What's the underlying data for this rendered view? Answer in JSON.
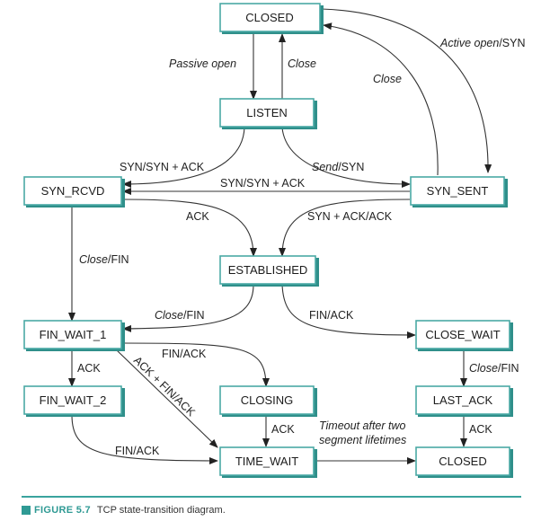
{
  "figure": {
    "title": "TCP state-transition diagram",
    "caption_label": "FIGURE 5.7",
    "caption_text": "TCP state-transition diagram."
  },
  "colors": {
    "box_border": "#4aa9a5",
    "box_shadow": "#2f8f8a",
    "accent": "#2f9a94",
    "edge": "#333333"
  },
  "states": {
    "closed_top": "CLOSED",
    "listen": "LISTEN",
    "syn_rcvd": "SYN_RCVD",
    "syn_sent": "SYN_SENT",
    "established": "ESTABLISHED",
    "fin_wait_1": "FIN_WAIT_1",
    "close_wait": "CLOSE_WAIT",
    "fin_wait_2": "FIN_WAIT_2",
    "closing": "CLOSING",
    "last_ack": "LAST_ACK",
    "time_wait": "TIME_WAIT",
    "closed_bottom": "CLOSED"
  },
  "transitions": {
    "passive_open": {
      "event": "Passive open",
      "action": ""
    },
    "close_listen": {
      "event": "Close",
      "action": ""
    },
    "active_open": {
      "event": "Active open",
      "action": "/SYN"
    },
    "close_syn_sent": {
      "event": "Close",
      "action": ""
    },
    "listen_to_syn_rcvd": {
      "event": "",
      "action": "SYN/SYN + ACK"
    },
    "send_syn": {
      "event": "Send",
      "action": "/SYN"
    },
    "syn_sent_to_syn_rcvd": {
      "event": "",
      "action": "SYN/SYN + ACK"
    },
    "syn_rcvd_ack": {
      "event": "",
      "action": "ACK"
    },
    "syn_sent_synack": {
      "event": "",
      "action": "SYN + ACK/ACK"
    },
    "syn_rcvd_close": {
      "event": "Close",
      "action": "/FIN"
    },
    "established_close": {
      "event": "Close",
      "action": "/FIN"
    },
    "established_fin": {
      "event": "",
      "action": "FIN/ACK"
    },
    "fin_wait_1_ack": {
      "event": "",
      "action": "ACK"
    },
    "fin_wait_1_fin": {
      "event": "",
      "action": "FIN/ACK"
    },
    "fin_wait_1_ackfin": {
      "event": "",
      "action": "ACK + FIN/ACK"
    },
    "close_wait_close": {
      "event": "Close",
      "action": "/FIN"
    },
    "closing_ack": {
      "event": "",
      "action": "ACK"
    },
    "last_ack_ack": {
      "event": "",
      "action": "ACK"
    },
    "fin_wait_2_fin": {
      "event": "",
      "action": "FIN/ACK"
    },
    "timeout_line1": {
      "event": "Timeout after two",
      "action": ""
    },
    "timeout_line2": {
      "event": "segment lifetimes",
      "action": ""
    }
  }
}
